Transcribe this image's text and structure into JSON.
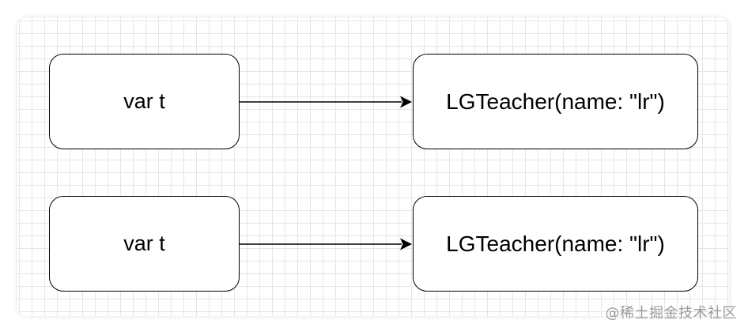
{
  "diagram": {
    "rows": [
      {
        "variable_label": "var t",
        "object_label": "LGTeacher(name: \"lr\")"
      },
      {
        "variable_label": "var t",
        "object_label": "LGTeacher(name: \"lr\")"
      }
    ]
  },
  "watermark": "@稀土掘金技术社区",
  "colors": {
    "stroke": "#000000",
    "grid": "#e6e6e6",
    "background": "#ffffff"
  }
}
